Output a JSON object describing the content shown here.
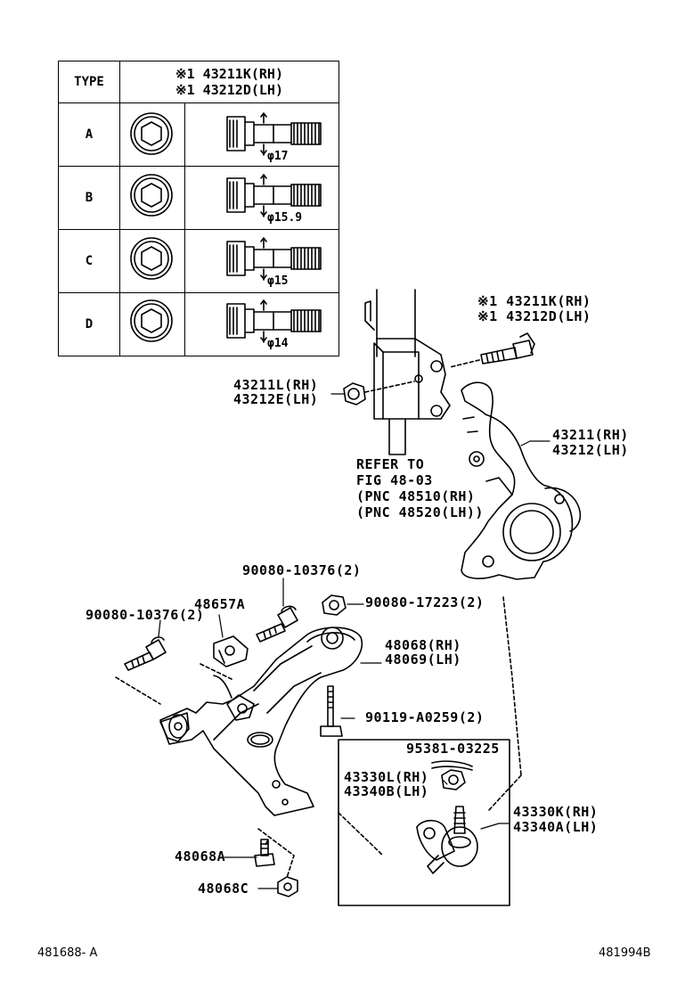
{
  "table": {
    "type_header": "TYPE",
    "header_line1": "※1 43211K(RH)",
    "header_line2": "※1 43212D(LH)",
    "rows": [
      {
        "type": "A",
        "dim": "φ17"
      },
      {
        "type": "B",
        "dim": "φ15.9"
      },
      {
        "type": "C",
        "dim": "φ15"
      },
      {
        "type": "D",
        "dim": "φ14"
      }
    ]
  },
  "labels": {
    "bolt_top_1": "※1 43211K(RH)",
    "bolt_top_2": "※1 43212D(LH)",
    "nut_1": "43211L(RH)",
    "nut_2": "43212E(LH)",
    "knuckle_1": "43211(RH)",
    "knuckle_2": "43212(LH)",
    "refer_1": "REFER TO",
    "refer_2": "FIG 48-03",
    "refer_3": "(PNC 48510(RH)",
    "refer_4": "(PNC 48520(LH))",
    "bolt_a": "90080-10376(2)",
    "bolt_b": "90080-10376(2)",
    "bracket": "48657A",
    "nut_c": "90080-17223(2)",
    "arm_1": "48068(RH)",
    "arm_2": "48069(LH)",
    "bolt_d": "90119-A0259(2)",
    "pin": "95381-03225",
    "balljoint_nut_1": "43330L(RH)",
    "balljoint_nut_2": "43340B(LH)",
    "balljoint_1": "43330K(RH)",
    "balljoint_2": "43340A(LH)",
    "bolt_e": "48068A",
    "nut_e": "48068C",
    "code_left": "481688- A",
    "code_right": "481994B"
  }
}
